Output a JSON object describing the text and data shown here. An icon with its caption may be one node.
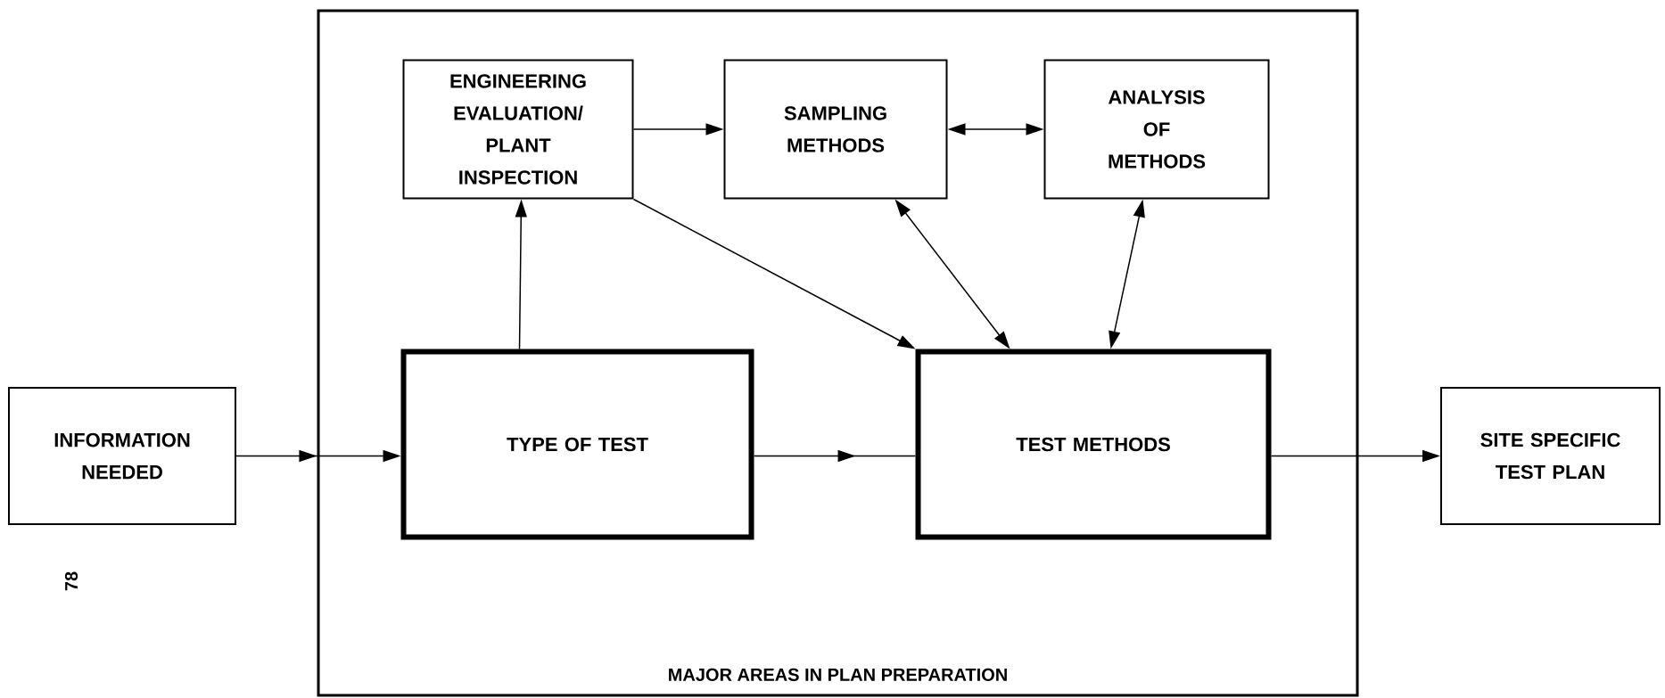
{
  "diagram": {
    "nodes": [
      {
        "text": [
          "MAJOR AREAS IN PLAN PREPARATION"
        ]
      },
      {
        "text": [
          "INFORMATION NEEDED"
        ]
      },
      {
        "text": [
          "ENGINEERING EVALUATION/ PLANT INSPECTION"
        ],
        "in": 0
      },
      {
        "text": [
          "SAMPLING METHODS"
        ],
        "in": 0
      },
      {
        "text": [
          "ANALYSIS OF METHODS"
        ],
        "in": 0
      },
      {
        "text": [
          "TYPE OF TEST"
        ],
        "in": 0
      },
      {
        "text": [
          "TEST METHODS"
        ],
        "in": 0
      },
      {
        "text": [
          "SITE SPECIFIC TEST PLAN"
        ]
      }
    ],
    "edges": [
      {
        "from": 1,
        "to": 5,
        "arrow": "to"
      },
      {
        "from": 5,
        "to": 2,
        "arrow": "to"
      },
      {
        "from": 2,
        "to": 3,
        "arrow": "to"
      },
      {
        "from": 3,
        "to": 4,
        "arrow": "both"
      },
      {
        "from": 2,
        "to": 6,
        "arrow": "to"
      },
      {
        "from": 3,
        "to": 6,
        "arrow": "both"
      },
      {
        "from": 4,
        "to": 6,
        "arrow": "both"
      },
      {
        "from": 5,
        "to": 6,
        "arrow": "to"
      },
      {
        "from": 6,
        "to": 7,
        "arrow": "to"
      }
    ],
    "labels": [
      "78"
    ]
  }
}
